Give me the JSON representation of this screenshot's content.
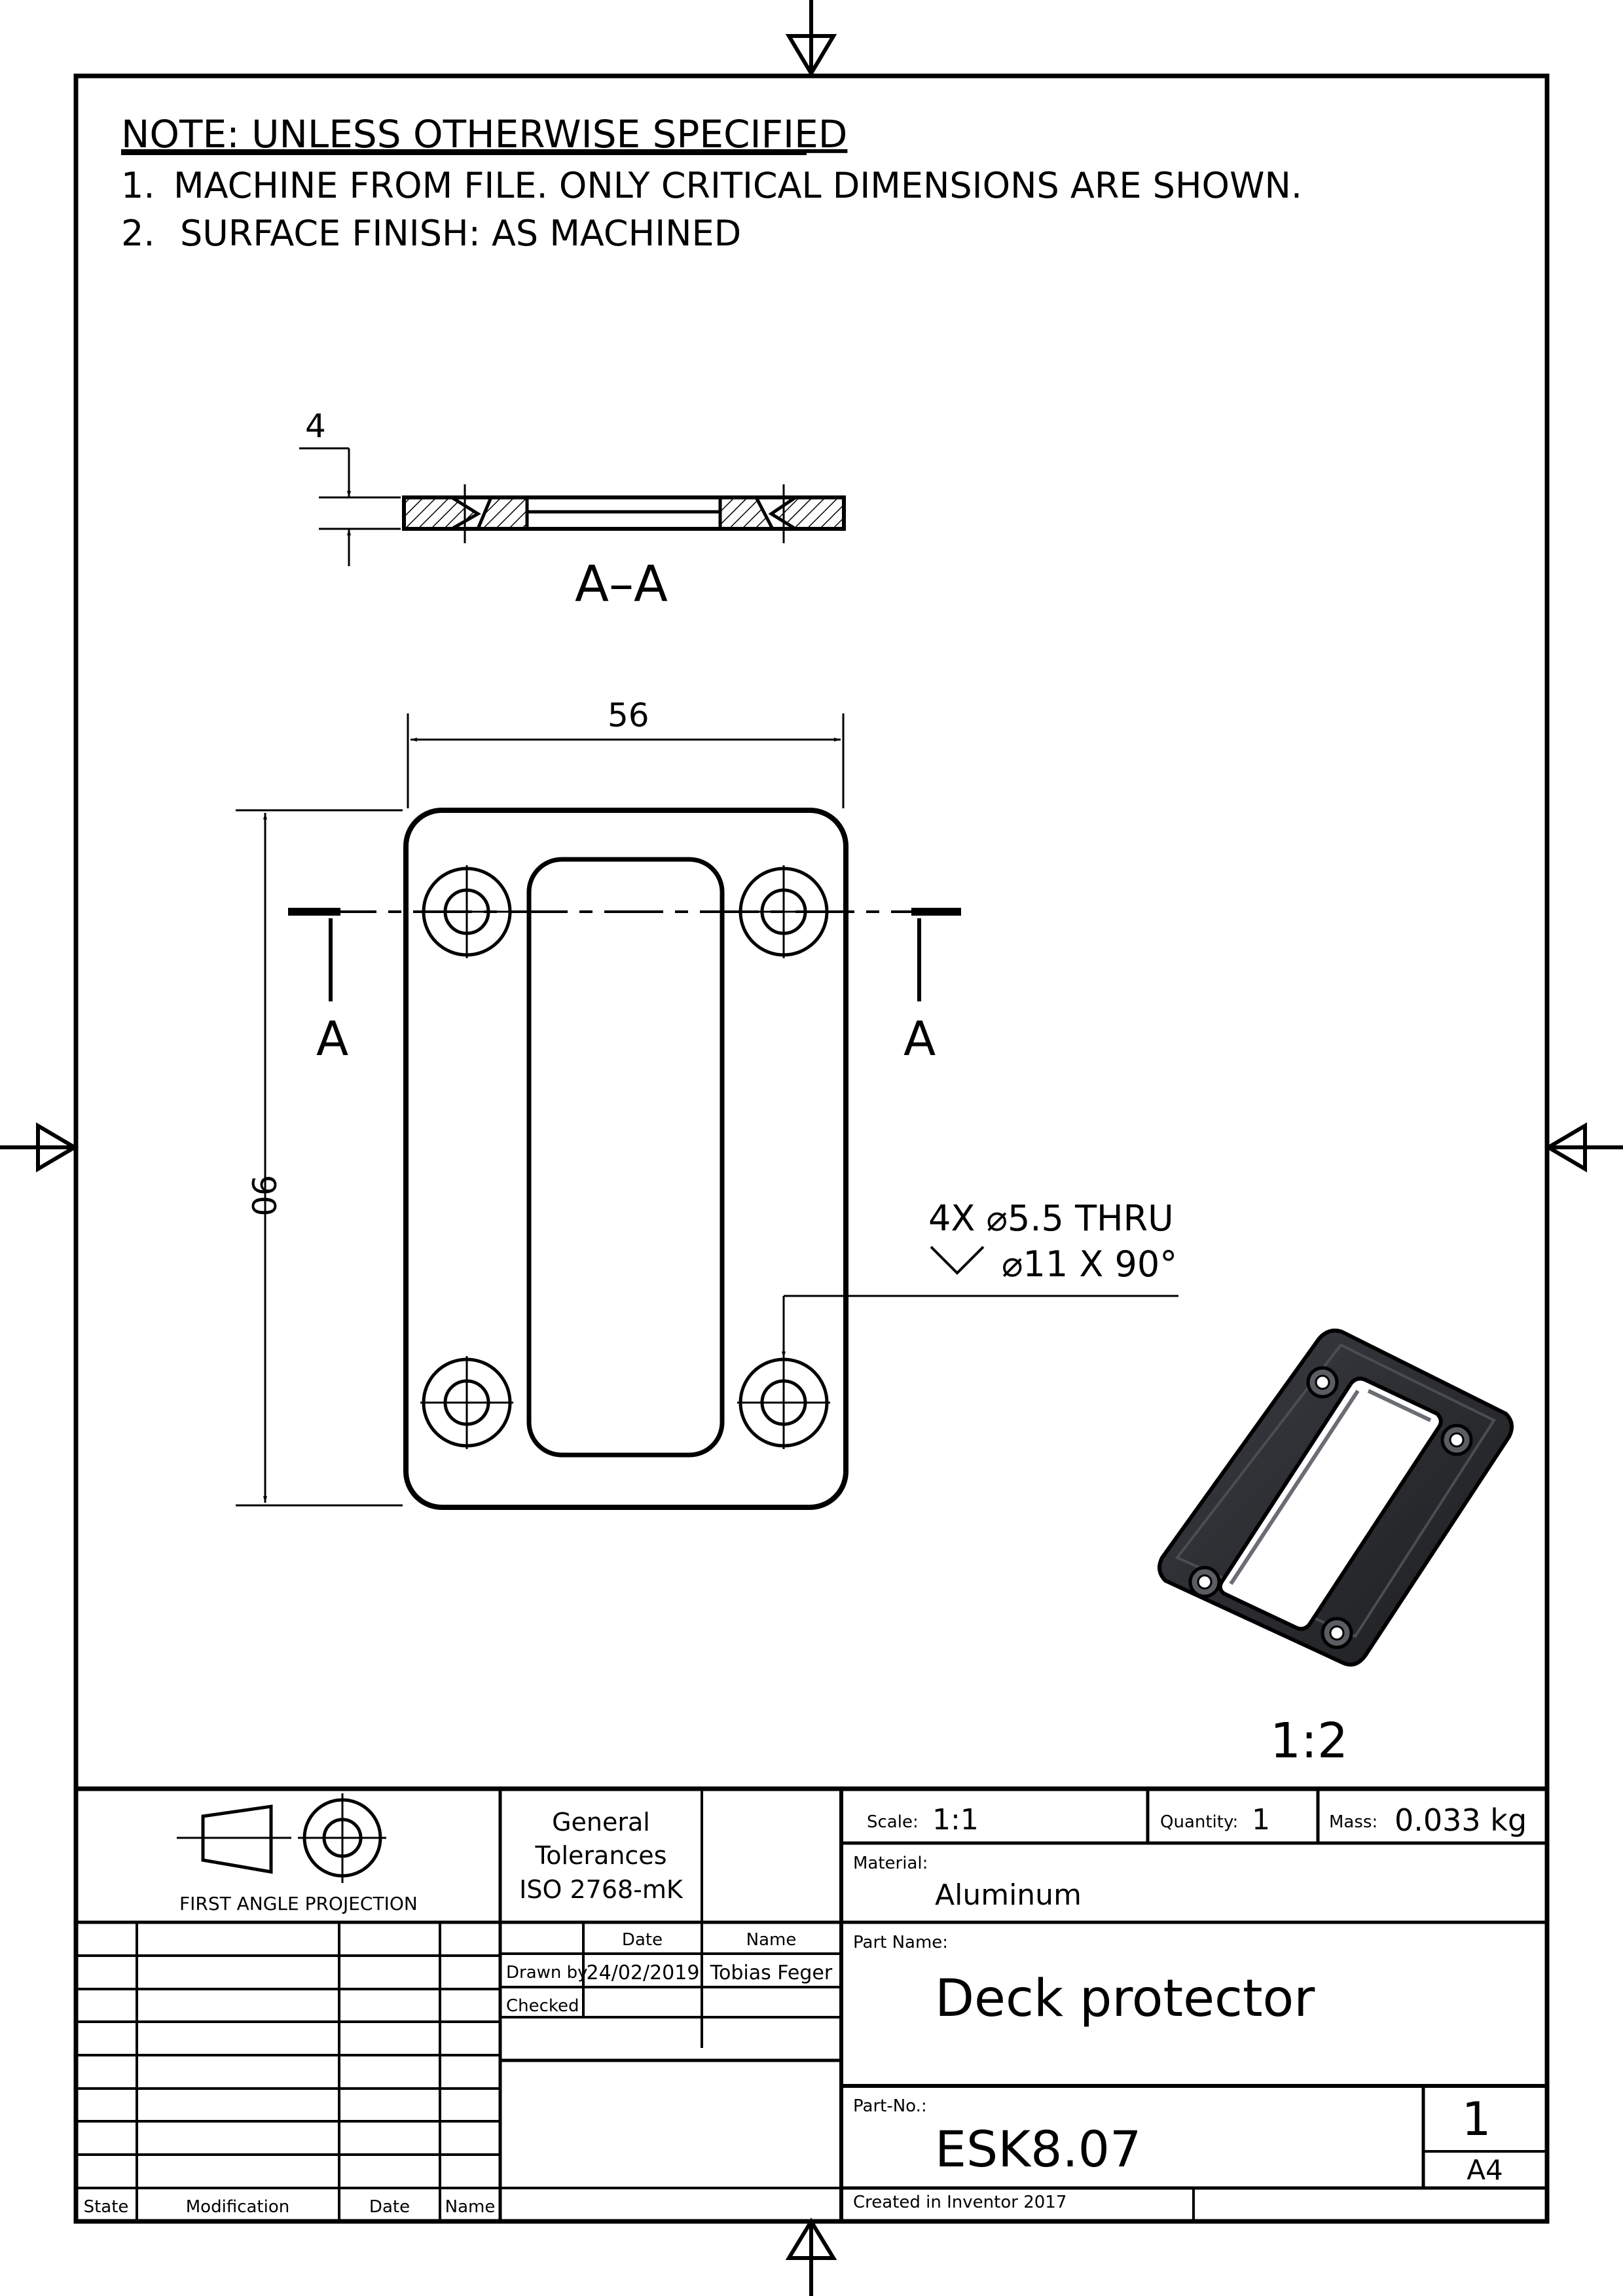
{
  "notes": {
    "heading": "NOTE: UNLESS OTHERWISE SPECIFIED",
    "items": [
      {
        "num": "1.",
        "text": "MACHINE FROM FILE. ONLY CRITICAL DIMENSIONS ARE SHOWN."
      },
      {
        "num": "2.",
        "text": "SURFACE FINISH: AS MACHINED"
      }
    ]
  },
  "section_view": {
    "thickness_dim": "4",
    "label": "A–A"
  },
  "plan_view": {
    "width_dim": "56",
    "height_dim": "90",
    "section_marker_left": "A",
    "section_marker_right": "A",
    "hole_callout_line1": "4X ⌀5.5 THRU",
    "hole_callout_line2": "⌀11 X 90°"
  },
  "iso_view": {
    "scale": "1:2"
  },
  "title_block": {
    "projection_label": "FIRST ANGLE PROJECTION",
    "tolerances": [
      "General",
      "Tolerances",
      "ISO 2768-mK"
    ],
    "scale_label": "Scale:",
    "scale_value": "1:1",
    "quantity_label": "Quantity:",
    "quantity_value": "1",
    "mass_label": "Mass:",
    "mass_value": "0.033 kg",
    "material_label": "Material:",
    "material_value": "Aluminum",
    "date_header": "Date",
    "name_header": "Name",
    "drawn_by_label": "Drawn by",
    "drawn_date": "24/02/2019",
    "drawn_name": "Tobias Feger",
    "checked_label": "Checked",
    "part_name_label": "Part Name:",
    "part_name_value": "Deck protector",
    "part_no_label": "Part-No.:",
    "part_no_value": "ESK8.07",
    "sheet_number": "1",
    "sheet_size": "A4",
    "created_in": "Created in Inventor 2017",
    "revision_headers": {
      "state": "State",
      "modification": "Modification",
      "date": "Date",
      "name": "Name"
    }
  },
  "colors": {
    "line": "#000000",
    "background": "#ffffff",
    "render_dark": "#2b2d31",
    "render_light": "#6a6d73"
  }
}
